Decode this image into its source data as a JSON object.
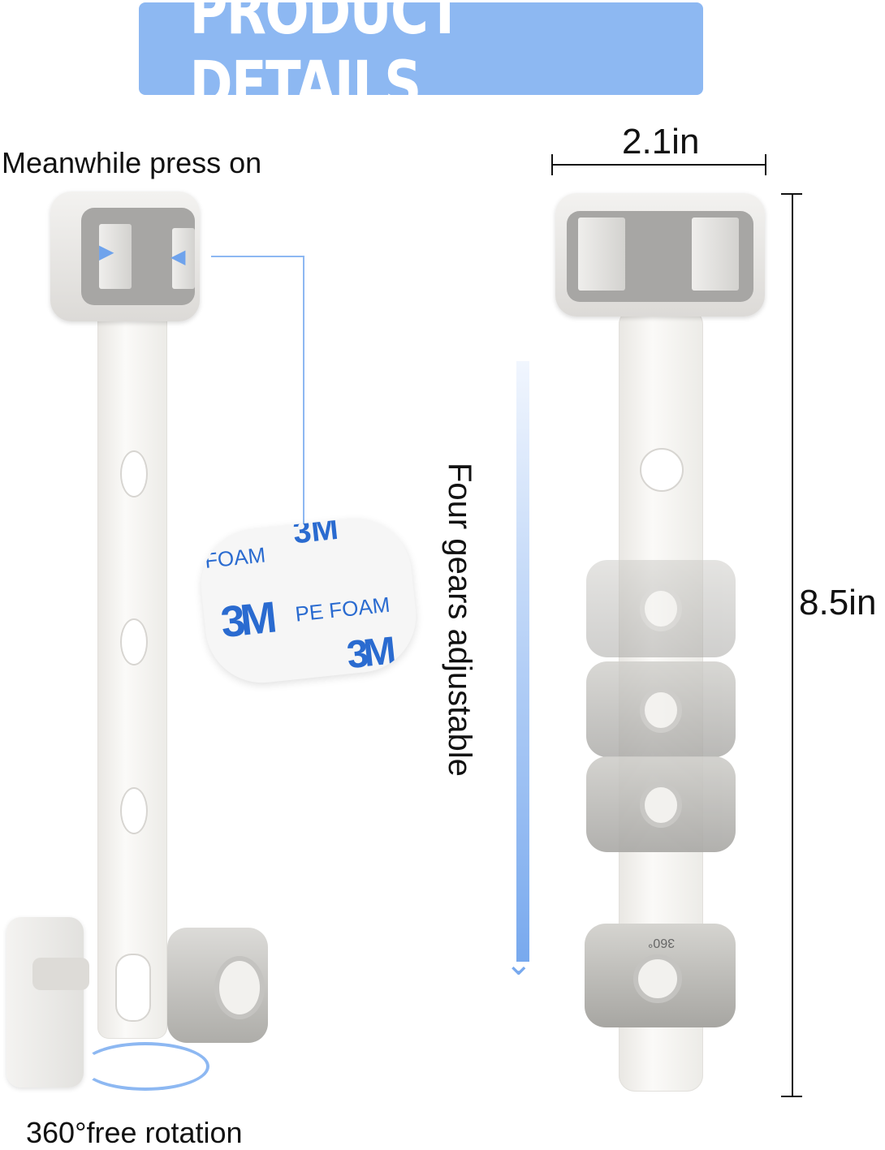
{
  "header": {
    "title": "PRODUCT DETAILS",
    "color": "#8db8f2"
  },
  "left": {
    "press_label": "Meanwhile press on",
    "rotation_label": "360°free rotation"
  },
  "foam_pad": {
    "brand": "3M",
    "text": "PE FOAM",
    "partial_top": "FOAM",
    "partial_brand": "3M"
  },
  "right": {
    "width_label": "2.1in",
    "height_label": "8.5in",
    "adjust_label": "Four gears adjustable",
    "base_mark": "360°"
  },
  "colors": {
    "accent": "#8db8f2",
    "arrow": "#78a9ee",
    "product": "#a9a8a5"
  }
}
